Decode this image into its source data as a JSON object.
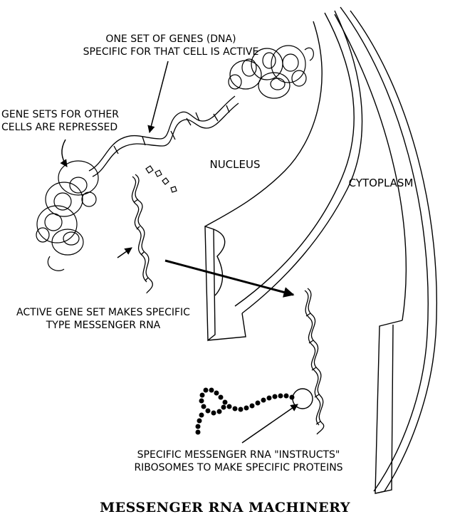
{
  "diagram": {
    "title": "MESSENGER RNA MACHINERY",
    "labels": {
      "active_dna": [
        "ONE SET OF GENES (DNA)",
        "SPECIFIC FOR THAT CELL IS ACTIVE"
      ],
      "repressed": [
        "GENE SETS FOR OTHER",
        "CELLS ARE REPRESSED"
      ],
      "nucleus": "NUCLEUS",
      "cytoplasm": "CYTOPLASM",
      "messenger": [
        "ACTIVE GENE SET MAKES SPECIFIC",
        "TYPE MESSENGER RNA"
      ],
      "ribosome": [
        "SPECIFIC MESSENGER RNA \"INSTRUCTS\"",
        "RIBOSOMES TO MAKE SPECIFIC PROTEINS"
      ]
    }
  }
}
